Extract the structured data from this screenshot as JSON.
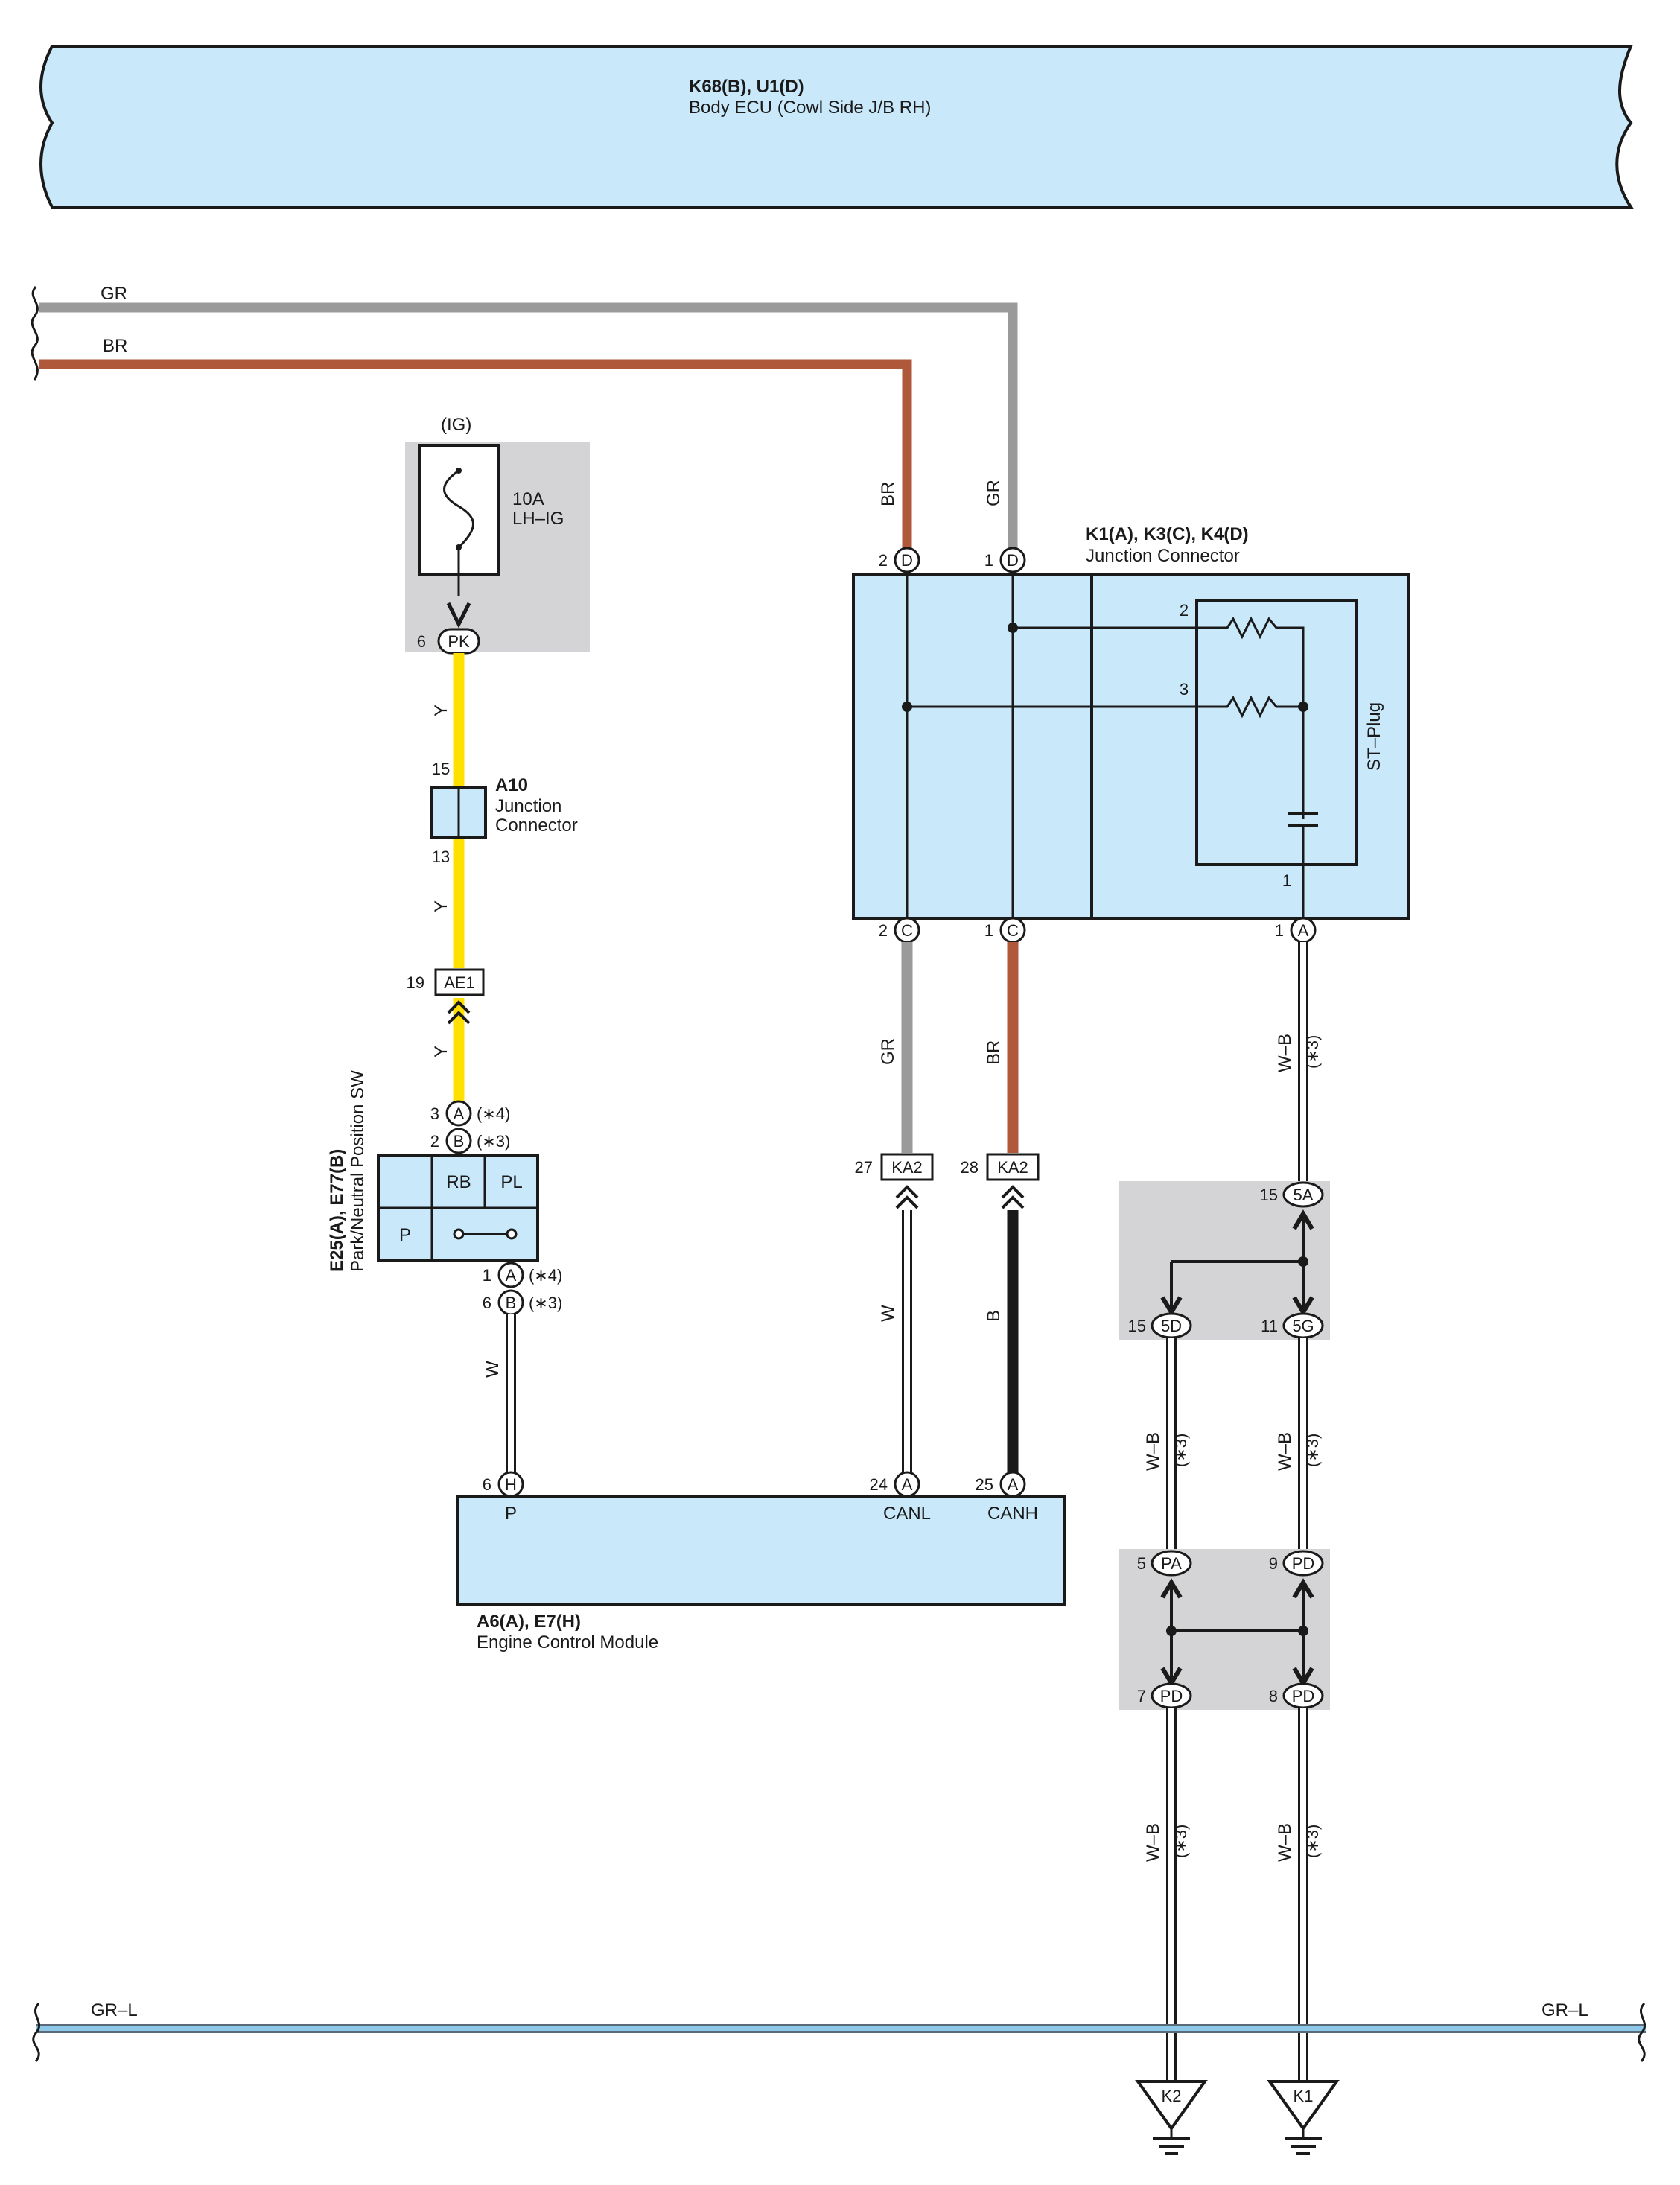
{
  "body_ecu": {
    "id": "K68(B), U1(D)",
    "name": "Body ECU (Cowl Side J/B RH)"
  },
  "colors": {
    "ecu_fill": "#c9e8f9",
    "gray_box": "#d4d4d6",
    "wire_gr": "#9a9a9a",
    "wire_br": "#b0583a",
    "wire_y": "#ffe000",
    "wire_b": "#1a1a1a",
    "wire_grl": "#8ec8e8"
  },
  "top_wires": {
    "gr": "GR",
    "br": "BR"
  },
  "fuse": {
    "supply": "(IG)",
    "rating": "10A",
    "name": "LH–IG",
    "pin": "6",
    "connector": "PK"
  },
  "wire_y": "Y",
  "a10": {
    "id": "A10",
    "line1": "Junction",
    "line2": "Connector",
    "pin_top": "15",
    "pin_bottom": "13"
  },
  "ae1": {
    "pin": "19",
    "code": "AE1"
  },
  "pnp": {
    "id": "E25(A), E77(B)",
    "name": "Park/Neutral Position SW",
    "top_pins": [
      {
        "num": "3",
        "code": "A",
        "note": "(∗4)"
      },
      {
        "num": "2",
        "code": "B",
        "note": "(∗3)"
      }
    ],
    "bottom_pins": [
      {
        "num": "1",
        "code": "A",
        "note": "(∗4)"
      },
      {
        "num": "6",
        "code": "B",
        "note": "(∗3)"
      }
    ],
    "cells": {
      "rb": "RB",
      "pl": "PL",
      "p": "P"
    }
  },
  "wire_w": "W",
  "wire_b": "B",
  "wire_wb": "W–B",
  "note3": "(∗3)",
  "junction": {
    "id": "K1(A), K3(C), K4(D)",
    "name": "Junction Connector",
    "st_plug": "ST–Plug",
    "top_pins": [
      {
        "num": "2",
        "code": "D"
      },
      {
        "num": "1",
        "code": "D"
      }
    ],
    "bottom_pins": [
      {
        "num": "2",
        "code": "C"
      },
      {
        "num": "1",
        "code": "C"
      },
      {
        "num": "1",
        "code": "A"
      }
    ],
    "inner": {
      "r2": "2",
      "r3": "3",
      "c1": "1"
    }
  },
  "ka2": [
    {
      "pin": "27",
      "code": "KA2"
    },
    {
      "pin": "28",
      "code": "KA2"
    }
  ],
  "ecm": {
    "id": "A6(A), E7(H)",
    "name": "Engine Control Module",
    "pins": [
      {
        "num": "6",
        "code": "H",
        "label": "P"
      },
      {
        "num": "24",
        "code": "A",
        "label": "CANL"
      },
      {
        "num": "25",
        "code": "A",
        "label": "CANH"
      }
    ]
  },
  "j5": [
    {
      "num": "15",
      "code": "5A"
    },
    {
      "num": "15",
      "code": "5D"
    },
    {
      "num": "11",
      "code": "5G"
    }
  ],
  "jp": [
    {
      "num": "5",
      "code": "PA"
    },
    {
      "num": "9",
      "code": "PD"
    },
    {
      "num": "7",
      "code": "PD"
    },
    {
      "num": "8",
      "code": "PD"
    }
  ],
  "bottom_wire": {
    "left": "GR–L",
    "right": "GR–L"
  },
  "grounds": [
    {
      "code": "K2"
    },
    {
      "code": "K1"
    }
  ]
}
